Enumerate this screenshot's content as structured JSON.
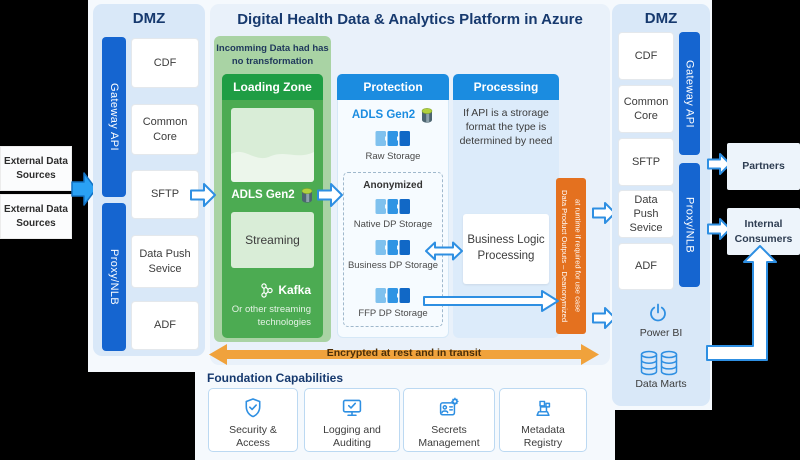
{
  "title": "Digital Health Data & Analytics Platform in Azure",
  "external_sources": {
    "box1": "External Data Sources",
    "box2": "External Data Sources"
  },
  "dmz_left": {
    "title": "DMZ",
    "gateway_bar": "Gateway API",
    "proxy_bar": "Proxy/NLB",
    "boxes": [
      "CDF",
      "Common Core",
      "SFTP",
      "Data Push Sevice",
      "ADF"
    ]
  },
  "dmz_right": {
    "title": "DMZ",
    "gateway_bar": "Gateway API",
    "proxy_bar": "Proxy/NLB",
    "boxes": [
      "CDF",
      "Common Core",
      "SFTP",
      "Data Push Sevice",
      "ADF"
    ],
    "power_bi": "Power BI",
    "data_marts": "Data Marts"
  },
  "loading_zone": {
    "note": "Incomming Data had has no transformation",
    "header": "Loading Zone",
    "adls_label": "ADLS Gen2",
    "streaming_label": "Streaming",
    "kafka_label": "Kafka",
    "kafka_note": "Or other streaming technologies"
  },
  "protection": {
    "header": "Protection",
    "adls_label": "ADLS Gen2",
    "raw_storage": "Raw Storage",
    "anonymized_label": "Anonymized",
    "dp_storages": [
      "Native DP Storage",
      "Business DP Storage",
      "FFP DP Storage"
    ]
  },
  "processing": {
    "header": "Processing",
    "note": "If API is a strorage format the type is determined by need",
    "box": "Business Logic Processing"
  },
  "outputs_bar": {
    "line1": "Data Product Outputs – Deanonymized",
    "line2": "at runtime if required for use case"
  },
  "encryption_arrow": {
    "label": "Encrypted at rest and in transit"
  },
  "foundation": {
    "title": "Foundation Capabilities",
    "items": [
      {
        "label": "Security & Access",
        "icon": "shield-check-icon"
      },
      {
        "label": "Logging and Auditing",
        "icon": "monitor-check-icon"
      },
      {
        "label": "Secrets Management",
        "icon": "id-badge-gear-icon"
      },
      {
        "label": "Metadata Registry",
        "icon": "blocks-icon"
      }
    ]
  },
  "consumers": {
    "partners": "Partners",
    "internal": "Internal Consumers"
  },
  "colors": {
    "navy": "#16396e",
    "panel_blue": "#d9e8f8",
    "bar_blue": "#1565d0",
    "header_blue": "#1b8ce0",
    "green_outer": "#a9d3a4",
    "green_inner": "#4cab52",
    "green_header": "#1f9d44",
    "orange_bar": "#e4711f",
    "orange_arrow": "#f0a23c",
    "icon_blue": "#2e8fe2",
    "solid_arrow_blue": "#2aa1f4"
  }
}
